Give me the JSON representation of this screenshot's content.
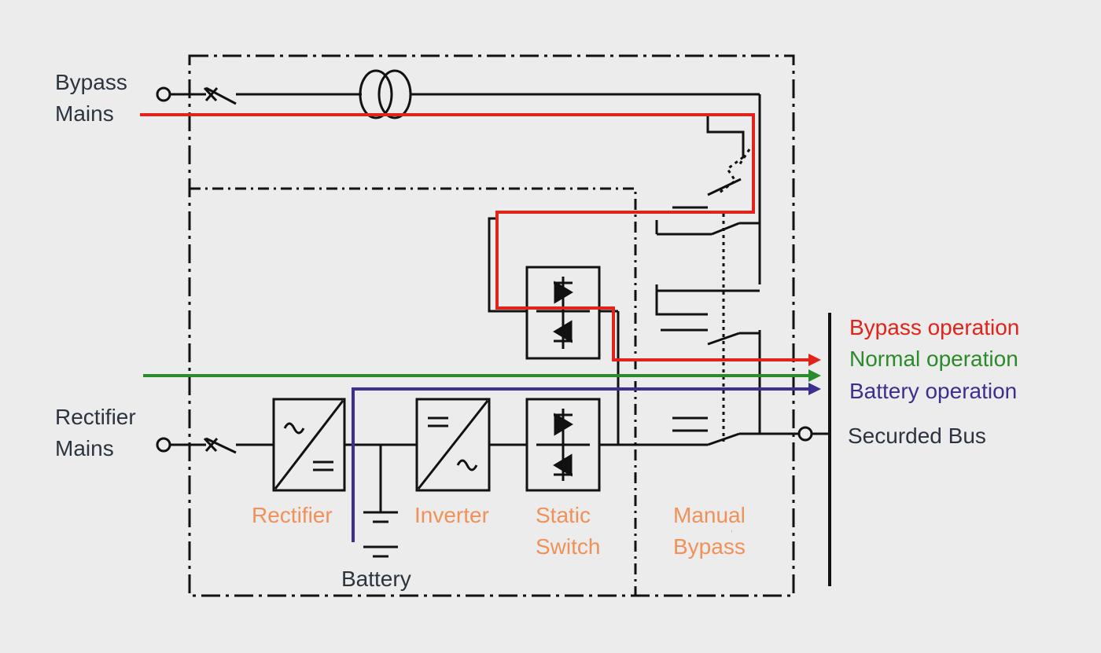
{
  "labels": {
    "bypass_mains_1": "Bypass",
    "bypass_mains_2": "Mains",
    "rectifier_mains_1": "Rectifier",
    "rectifier_mains_2": "Mains",
    "rectifier": "Rectifier",
    "inverter": "Inverter",
    "static_switch_1": "Static",
    "static_switch_2": "Switch",
    "manual_bypass_1": "Manual",
    "manual_bypass_2": "Bypass",
    "battery": "Battery",
    "secured_bus": "Securded Bus"
  },
  "legend": [
    {
      "label": "Bypass operation",
      "color": "#e2231a"
    },
    {
      "label": "Normal operation",
      "color": "#2b8a2b"
    },
    {
      "label": "Battery operation",
      "color": "#3b2f8f"
    }
  ],
  "colors": {
    "wire": "#111111",
    "component_label": "#f0915a",
    "text": "#2c3440",
    "bypass_path": "#e2231a",
    "normal_path": "#2b8a2b",
    "battery_path": "#3b2f8f"
  },
  "icons": {
    "ac": "sine-wave-icon",
    "dc": "dc-lines-icon",
    "thyristor": "thyristor-icon"
  }
}
